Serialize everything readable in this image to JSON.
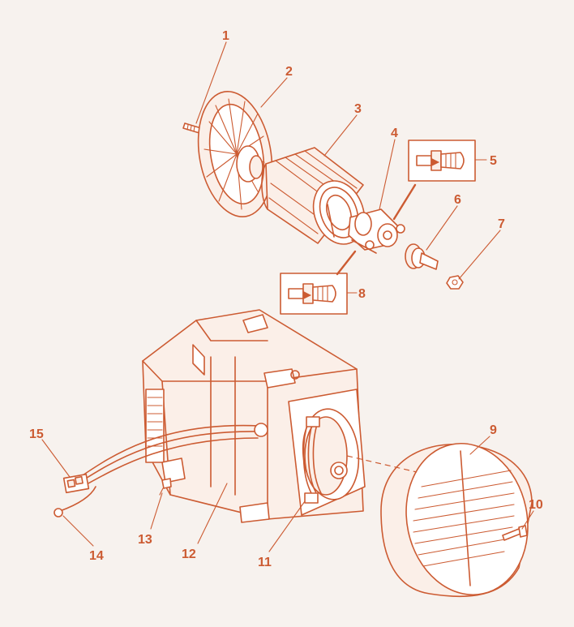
{
  "colors": {
    "line": "#cc5b32",
    "background": "#f7f2ee",
    "fill": "#fbefe8"
  },
  "callouts": [
    {
      "id": "c1",
      "label": "1"
    },
    {
      "id": "c2",
      "label": "2"
    },
    {
      "id": "c3",
      "label": "3"
    },
    {
      "id": "c4",
      "label": "4"
    },
    {
      "id": "c5",
      "label": "5"
    },
    {
      "id": "c6",
      "label": "6"
    },
    {
      "id": "c7",
      "label": "7"
    },
    {
      "id": "c8",
      "label": "8"
    },
    {
      "id": "c9",
      "label": "9"
    },
    {
      "id": "c10",
      "label": "10"
    },
    {
      "id": "c11",
      "label": "11"
    },
    {
      "id": "c12",
      "label": "12"
    },
    {
      "id": "c13",
      "label": "13"
    },
    {
      "id": "c14",
      "label": "14"
    },
    {
      "id": "c15",
      "label": "15"
    }
  ]
}
